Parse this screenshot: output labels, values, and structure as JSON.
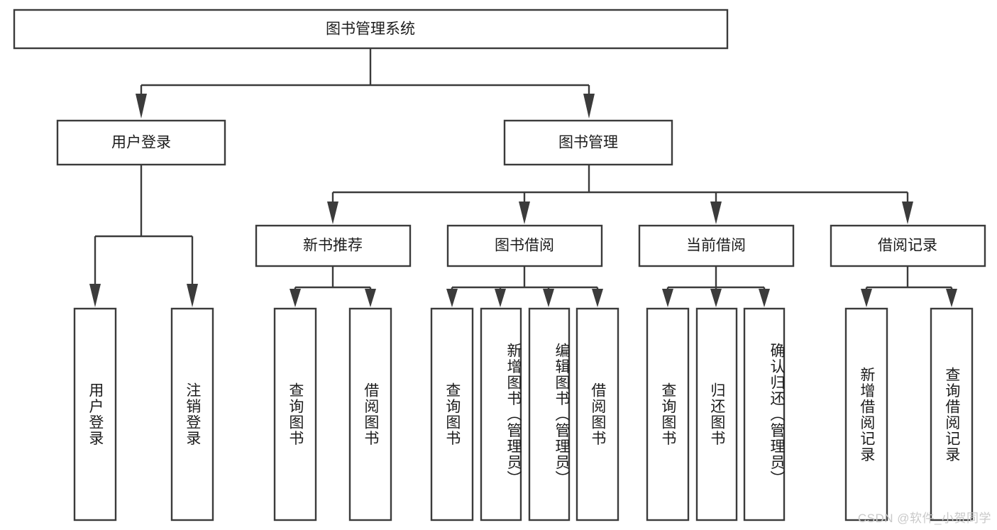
{
  "diagram": {
    "type": "tree",
    "title": "图书管理系统",
    "watermark": "CSDN @软件_小贺同学",
    "accent_color": "#3b3b3b",
    "node_fill": "#ffffff",
    "text_color": "#1c1c1c",
    "watermark_color": "#c9c9c9",
    "levels": 4,
    "nodes": {
      "root": {
        "label": "图书管理系统"
      },
      "l2": [
        {
          "label": "用户登录"
        },
        {
          "label": "图书管理"
        }
      ],
      "l3": [
        {
          "label": "新书推荐"
        },
        {
          "label": "图书借阅"
        },
        {
          "label": "当前借阅"
        },
        {
          "label": "借阅记录"
        }
      ],
      "leaves": {
        "user_login": [
          {
            "label": "用户登录"
          },
          {
            "label": "注销登录"
          }
        ],
        "new_book": [
          {
            "label": "查询图书"
          },
          {
            "label": "借阅图书"
          }
        ],
        "book_borrow": [
          {
            "label": "查询图书"
          },
          {
            "label": "新增图书（管理员）"
          },
          {
            "label": "编辑图书（管理员）"
          },
          {
            "label": "借阅图书"
          }
        ],
        "current_borrow": [
          {
            "label": "查询图书"
          },
          {
            "label": "归还图书"
          },
          {
            "label": "确认归还（管理员）"
          }
        ],
        "borrow_record": [
          {
            "label": "新增借阅记录"
          },
          {
            "label": "查询借阅记录"
          }
        ]
      }
    },
    "edges": [
      {
        "from": "图书管理系统",
        "to": "用户登录"
      },
      {
        "from": "图书管理系统",
        "to": "图书管理"
      },
      {
        "from": "用户登录",
        "to": "用户登录"
      },
      {
        "from": "用户登录",
        "to": "注销登录"
      },
      {
        "from": "图书管理",
        "to": "新书推荐"
      },
      {
        "from": "图书管理",
        "to": "图书借阅"
      },
      {
        "from": "图书管理",
        "to": "当前借阅"
      },
      {
        "from": "图书管理",
        "to": "借阅记录"
      },
      {
        "from": "新书推荐",
        "to": "查询图书"
      },
      {
        "from": "新书推荐",
        "to": "借阅图书"
      },
      {
        "from": "图书借阅",
        "to": "查询图书"
      },
      {
        "from": "图书借阅",
        "to": "新增图书（管理员）"
      },
      {
        "from": "图书借阅",
        "to": "编辑图书（管理员）"
      },
      {
        "from": "图书借阅",
        "to": "借阅图书"
      },
      {
        "from": "当前借阅",
        "to": "查询图书"
      },
      {
        "from": "当前借阅",
        "to": "归还图书"
      },
      {
        "from": "当前借阅",
        "to": "确认归还（管理员）"
      },
      {
        "from": "借阅记录",
        "to": "新增借阅记录"
      },
      {
        "from": "借阅记录",
        "to": "查询借阅记录"
      }
    ]
  }
}
